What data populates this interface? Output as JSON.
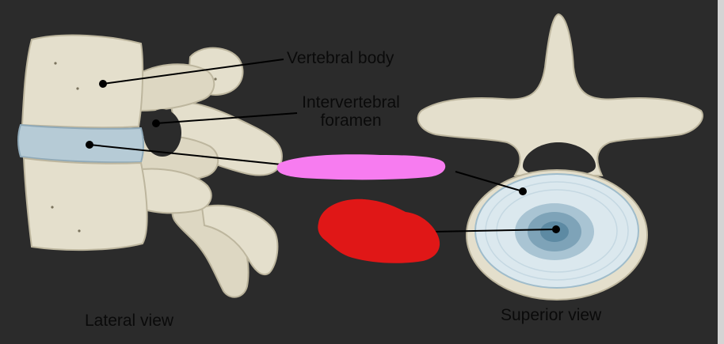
{
  "labels": {
    "vertebral_body": "Vertebral body",
    "intervertebral_foramen_line1": "Intervertebral",
    "intervertebral_foramen_line2": "foramen",
    "lateral_view": "Lateral view",
    "superior_view": "Superior view"
  },
  "colors": {
    "background": "#2b2b2b",
    "bone": "#e4dfcc",
    "bone_shadow": "#c8c0a8",
    "disc": "#b6cbd6",
    "disc_light": "#dbe8ee",
    "nucleus": "#5d8aa3",
    "pink_annotation": "#f77cf0",
    "red_annotation": "#e01717",
    "leader_line": "#000000",
    "scrollbar": "#d4d4d4"
  }
}
